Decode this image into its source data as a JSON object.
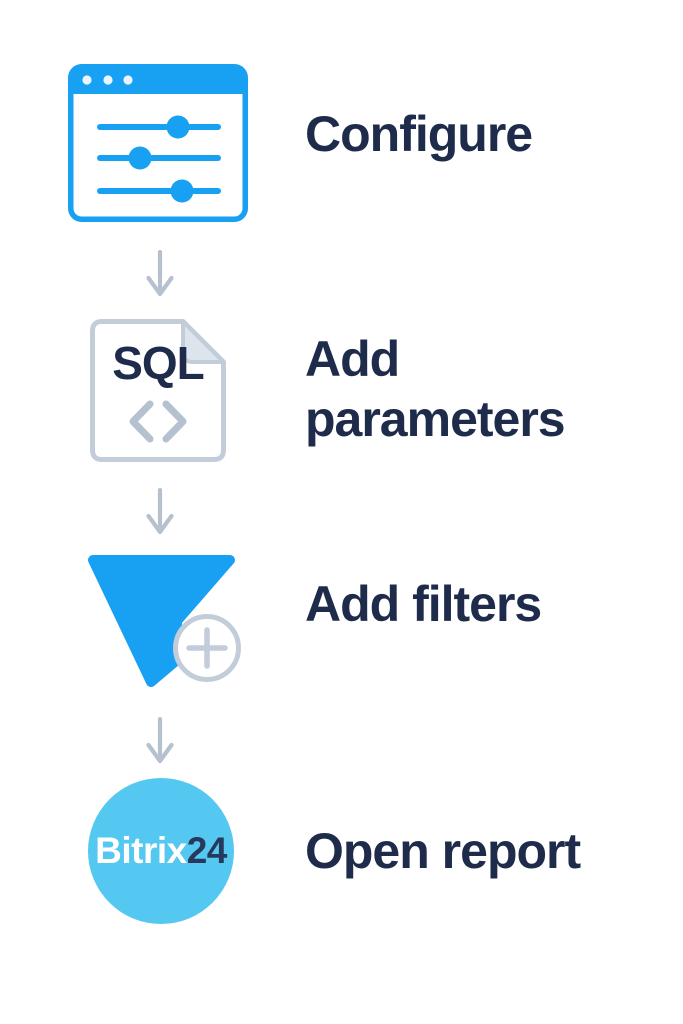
{
  "colors": {
    "accent_blue": "#18A0F2",
    "brand_sky_blue": "#55C8F2",
    "text_navy": "#1E2B4B",
    "brand_navy": "#26395C",
    "icon_gray": "#C3CCD9",
    "arrow_gray": "#B6C1CF",
    "background": "#FFFFFF"
  },
  "flow": {
    "connector_icon": "down-arrow-icon",
    "steps": [
      {
        "label": "Configure",
        "icon": "settings-window-icon"
      },
      {
        "label": "Add parameters",
        "icon": "sql-file-icon",
        "file_type": "SQL"
      },
      {
        "label": "Add filters",
        "icon": "filter-add-funnel-icon"
      },
      {
        "label": "Open report",
        "icon": "bitrix24-logo",
        "brand_primary": "Bitrix",
        "brand_accent": "24"
      }
    ]
  }
}
